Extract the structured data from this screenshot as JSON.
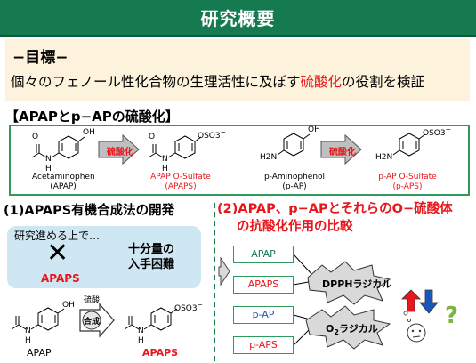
{
  "header": {
    "title": "研究概要"
  },
  "objective": {
    "heading": "−目標−",
    "text_before": "個々のフェノール性化合物の生理活性に及ぼす",
    "text_highlight": "硫酸化",
    "text_after": "の役割を検証",
    "highlight_color": "#e8161b"
  },
  "section": {
    "title": "【APAPとp−APの硫酸化】"
  },
  "reactions": {
    "arrow_label": "硫酸化",
    "apap_name": "Acetaminophen",
    "apap_abbr": "(APAP)",
    "apaps_name": "APAP O-Sulfate",
    "apaps_abbr": "(APAPS)",
    "pap_name": "p-Aminophenol",
    "pap_abbr": "(p-AP)",
    "paps_name": "p-AP O-Sulfate",
    "paps_abbr": "(p-APS)",
    "oh": "OH",
    "oso3": "OSO3",
    "nh": "N",
    "h": "H",
    "h2n": "H2N",
    "o": "O",
    "minus": "−"
  },
  "left_panel": {
    "title": "(1)APAPS有機合成法の開発",
    "note": "研究進める上で…",
    "shortage": "十分量の 入手困難",
    "shortage_line1": "十分量の",
    "shortage_line2": "入手困難",
    "apaps_label": "APAPS",
    "reagent": "硫酸",
    "synthesis": "合成",
    "apap_label": "APAP",
    "apaps_product": "APAPS"
  },
  "right_panel": {
    "title_line1": "(2)APAP、p−APとそれらのO−硫酸体",
    "title_line2": "の抗酸化作用の比較",
    "compounds": [
      {
        "label": "APAP",
        "color": "green"
      },
      {
        "label": "APAPS",
        "color": "red"
      },
      {
        "label": "p-AP",
        "color": "blue"
      },
      {
        "label": "p-APS",
        "color": "red"
      }
    ],
    "assay1": "DPPHラジカル",
    "assay2_prefix": "O",
    "assay2_sub": "2",
    "assay2_suffix": "ラジカル",
    "question": "?"
  },
  "colors": {
    "header": "#157a50",
    "accent_red": "#e8161b",
    "accent_blue": "#1a56b8",
    "frame_green": "#2f9a5a"
  }
}
